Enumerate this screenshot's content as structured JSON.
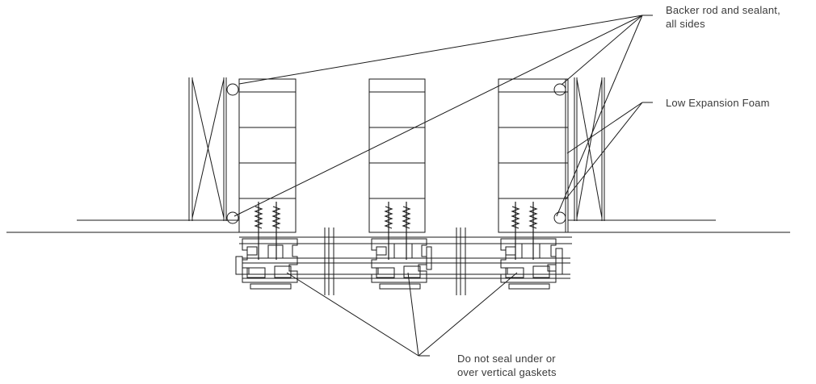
{
  "diagram": {
    "stroke_color": "#1a1a1a",
    "text_color": "#3a3a3a",
    "callouts": {
      "backer_rod": {
        "lines": [
          "Backer rod and sealant,",
          "all sides"
        ]
      },
      "low_expansion_foam": {
        "lines": [
          "Low Expansion Foam"
        ]
      },
      "gaskets": {
        "lines": [
          "Do not seal under or",
          "over vertical gaskets"
        ]
      }
    }
  }
}
